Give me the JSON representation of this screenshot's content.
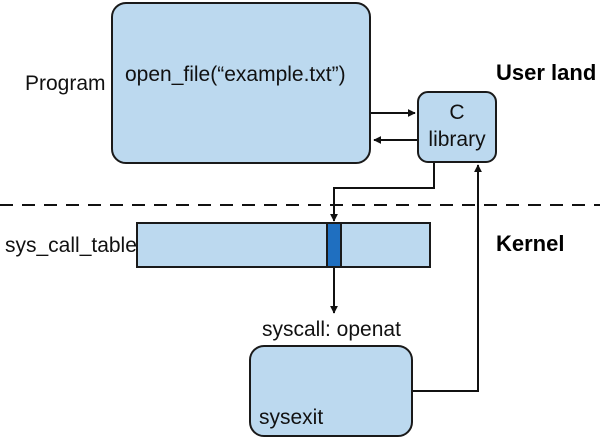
{
  "labels": {
    "program": "Program",
    "open_file_call": "open_file(“example.txt”)",
    "c_library_line1": "C",
    "c_library_line2": "library",
    "user_land": "User land",
    "kernel": "Kernel",
    "sys_call_table": "sys_call_table",
    "syscall_openat": "syscall: openat",
    "sysexit": "sysexit"
  },
  "colors": {
    "box_fill": "#bcd9ef",
    "box_stroke": "#1a1a1a",
    "table_slot_fill": "#1f6fc0",
    "arrow": "#111111",
    "divider": "#111111"
  }
}
